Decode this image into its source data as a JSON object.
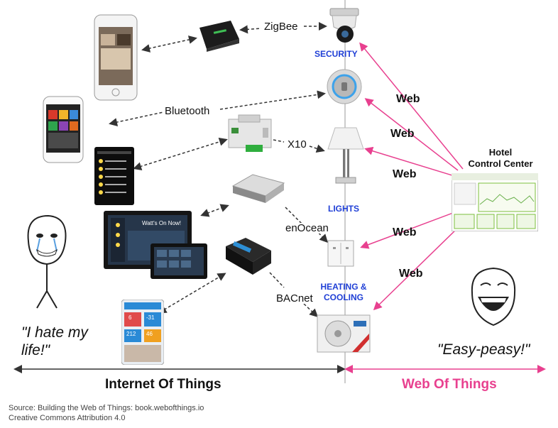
{
  "protocols": {
    "zigbee": "ZigBee",
    "bluetooth": "Bluetooth",
    "x10": "X10",
    "enocean": "enOcean",
    "bacnet": "BACnet"
  },
  "categories": {
    "security": "SECURITY",
    "lights": "LIGHTS",
    "heating_cooling": "HEATING & COOLING"
  },
  "web_label": "Web",
  "hotel": {
    "line1": "Hotel",
    "line2": "Control Center"
  },
  "quotes": {
    "left": "\"I hate my life!\"",
    "right": "\"Easy-peasy!\""
  },
  "axis": {
    "left": "Internet Of Things",
    "right": "Web Of Things"
  },
  "dashboard": {
    "title": "Watt's On Now!",
    "tile1": "6",
    "tile2": "-31",
    "tile3": "212",
    "tile4": "46"
  },
  "source": {
    "line1": "Source: Building the Web of Things: book.webofthings.io",
    "line2": "Creative Commons Attribution 4.0"
  },
  "colors": {
    "web_arrow": "#e8408f",
    "category_text": "#1f3fd6",
    "wot_text": "#e8408f"
  }
}
